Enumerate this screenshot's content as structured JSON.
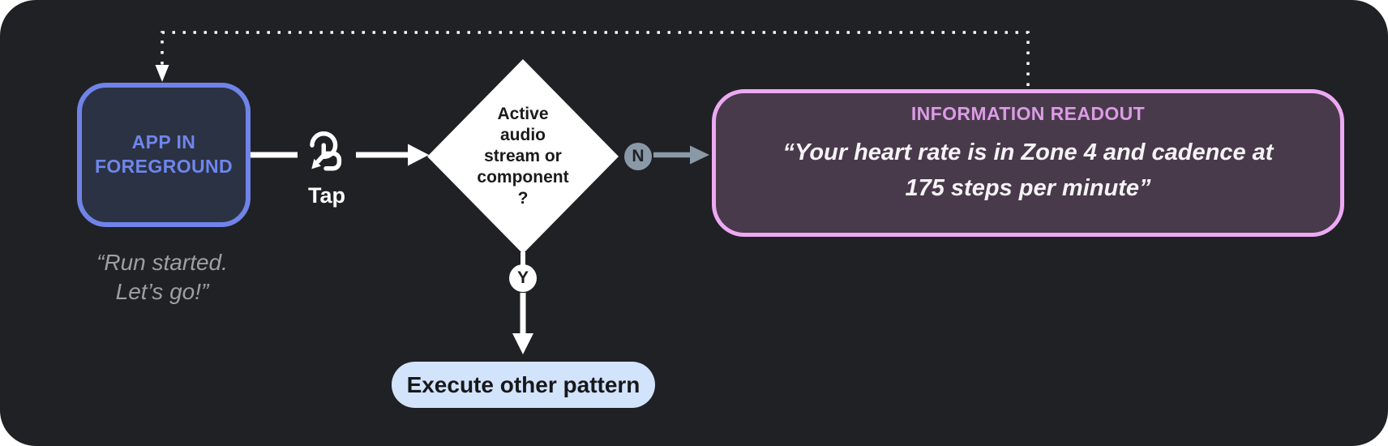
{
  "flow": {
    "app_node": {
      "label": "APP IN\nFOREGROUND",
      "caption": "“Run started.\nLet’s go!”",
      "border_color": "#6F83E8",
      "fill_color": "#2B3243",
      "label_color": "#6E86EC"
    },
    "tap": {
      "label": "Tap",
      "icon": "tap-gesture-icon"
    },
    "decision": {
      "question": "Active\naudio\nstream or\ncomponent\n?"
    },
    "no_branch": {
      "label": "N",
      "color": "#8A99A7"
    },
    "yes_branch": {
      "label": "Y",
      "color": "#FFFFFF"
    },
    "readout_node": {
      "title": "INFORMATION READOUT",
      "quote": "“Your heart rate is in Zone 4 and cadence at\n175 steps per minute”",
      "border_color": "#EDA9F4",
      "fill_color": "#483A4A",
      "title_color": "#DC9BE6"
    },
    "action_node": {
      "label": "Execute other pattern",
      "fill_color": "#D2E3FC"
    }
  },
  "colors": {
    "panel_background": "#202124",
    "page_background": "#FFFFFF",
    "connector_white": "#FFFFFF",
    "connector_slate": "#8A99A7",
    "caption_gray": "#9AA0A6"
  }
}
